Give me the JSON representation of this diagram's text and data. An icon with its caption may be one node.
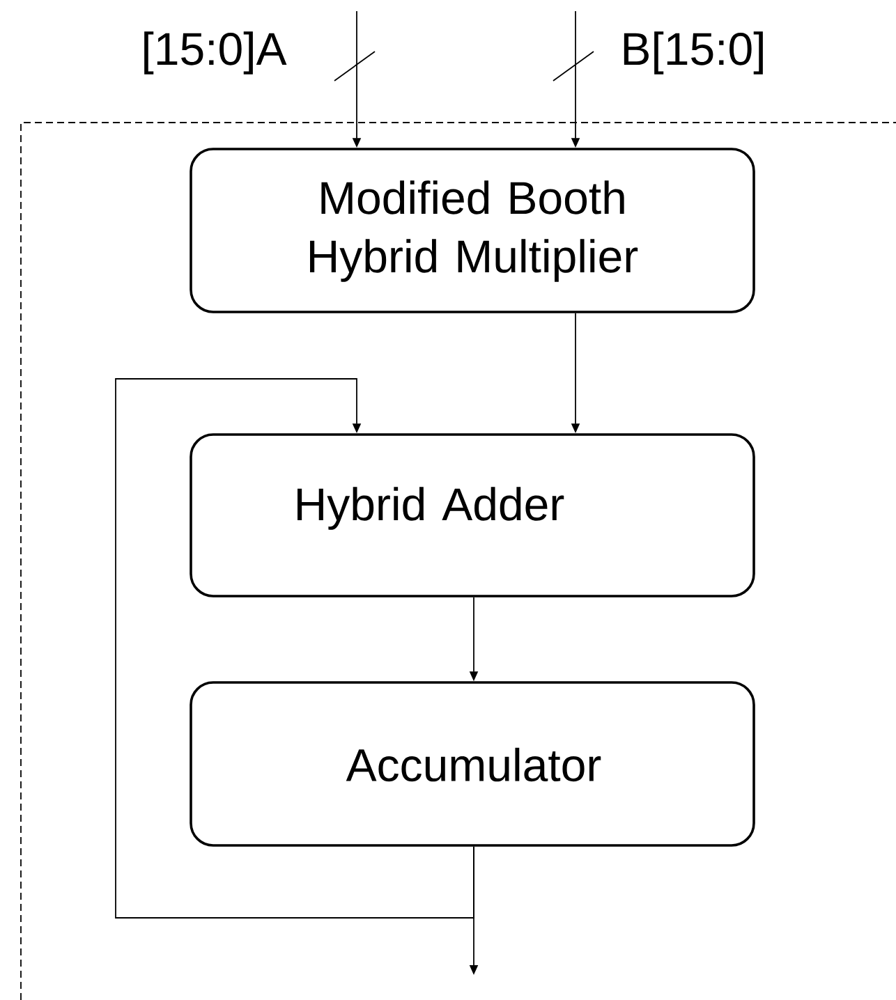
{
  "diagram": {
    "nodes": [
      {
        "text": [
          "Modified Booth Hybrid Multiplier"
        ]
      },
      {
        "text": [
          "Hybrid Adder"
        ]
      },
      {
        "text": [
          "Accumulator"
        ]
      }
    ],
    "edges": [
      {
        "from": null,
        "to": 0,
        "arrow": "to",
        "label": "[15:0]A"
      },
      {
        "from": null,
        "to": 0,
        "arrow": "to",
        "label": "B[15:0]"
      },
      {
        "from": 0,
        "to": 1,
        "arrow": "to"
      },
      {
        "from": 1,
        "to": 2,
        "arrow": "to"
      },
      {
        "from": 2,
        "to": null,
        "arrow": "to"
      },
      {
        "from": 2,
        "to": 1,
        "arrow": "to"
      }
    ]
  }
}
